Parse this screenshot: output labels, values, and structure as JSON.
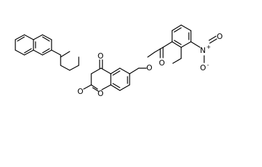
{
  "atoms": {
    "ketone_oxygen": "O",
    "ether_oxygen": "O",
    "ring_oxygen": "O",
    "ester_oxygen": "O",
    "carbonyl_oxygen": "O",
    "nitro_nitrogen": "N",
    "nitro_oxygen_double": "O",
    "nitro_oxygen_single": "O"
  },
  "charges": {
    "nitro_nitrogen_charge": "+",
    "nitro_oxygen_charge": "-"
  },
  "colors": {
    "bond": "#000000",
    "label": "#000000",
    "background": "#ffffff"
  }
}
